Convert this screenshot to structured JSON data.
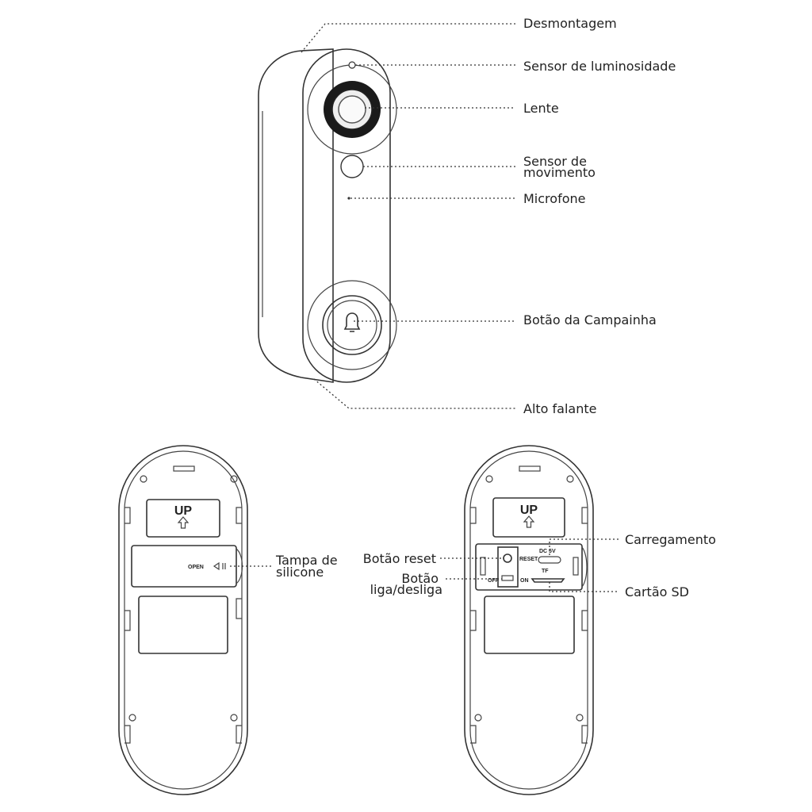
{
  "front_labels": {
    "disassembly": "Desmontagem",
    "light_sensor": "Sensor de luminosidade",
    "lens": "Lente",
    "motion_sensor_1": "Sensor de",
    "motion_sensor_2": "movimento",
    "microphone": "Microfone",
    "doorbell_button": "Botão da Campainha",
    "speaker": "Alto falante"
  },
  "back_left": {
    "up": "UP",
    "open": "OPEN",
    "silicone_cover_1": "Tampa de",
    "silicone_cover_2": "silicone"
  },
  "back_right": {
    "up": "UP",
    "reset_small": "RESET",
    "dc": "DC 5V",
    "tf": "TF",
    "off": "OFF",
    "on": "ON",
    "reset_button": "Botão reset",
    "power_1": "Botão",
    "power_2": "liga/desliga",
    "charging": "Carregamento",
    "sd_card": "Cartão SD"
  }
}
